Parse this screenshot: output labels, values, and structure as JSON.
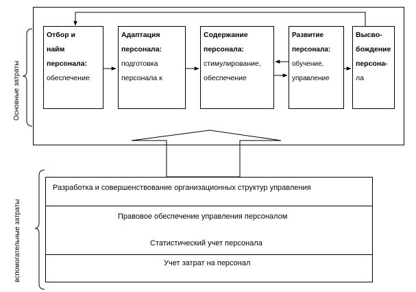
{
  "diagram": {
    "main_costs_label": "Основные затраты",
    "aux_costs_label": "вспомогательные затраты",
    "main_boxes": [
      {
        "heading": [
          "Отбор и",
          "найм",
          "персонала:"
        ],
        "text": [
          "обеспечение"
        ]
      },
      {
        "heading": [
          "Адаптация",
          "персонала:"
        ],
        "text": [
          "подготовка",
          "персонала к"
        ]
      },
      {
        "heading": [
          "Содержание",
          "персонала:"
        ],
        "text": [
          "стимулирование,",
          "обеспечение"
        ]
      },
      {
        "heading": [
          "Развитие",
          "персонала:"
        ],
        "text": [
          "обучение,",
          "управление"
        ]
      },
      {
        "heading": [
          "Высво-",
          "бождение",
          "персона-"
        ],
        "text": [
          "ла"
        ]
      }
    ],
    "aux_rows": [
      "Разработка и совершенствование организационных структур управления",
      "Правовое обеспечение управления персоналом",
      "Статистический учет персонала",
      "Учет затрат на персонал"
    ]
  }
}
